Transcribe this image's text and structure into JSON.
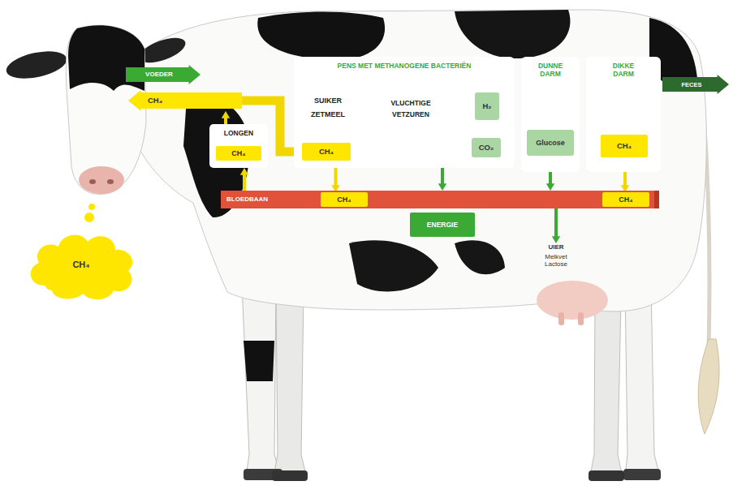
{
  "diagram": {
    "nodes": [
      {
        "text": [
          "VOEDER"
        ]
      },
      {
        "text": [
          "CH₄"
        ]
      },
      {
        "text": [
          "PENS MET METHANOGENE BACTERIËN"
        ]
      },
      {
        "text": [
          "SUIKER ZETMEEL"
        ],
        "in": 2
      },
      {
        "text": [
          "VLUCHTIGE VETZUREN"
        ],
        "in": 2
      },
      {
        "text": [
          "H₂"
        ],
        "in": 2
      },
      {
        "text": [
          "CO₂"
        ],
        "in": 2
      },
      {
        "text": [
          "CH₄"
        ],
        "in": 2
      },
      {
        "text": [
          "DUNNE DARM"
        ]
      },
      {
        "text": [
          "Glucose"
        ],
        "in": 8
      },
      {
        "text": [
          "DIKKE DARM"
        ]
      },
      {
        "text": [
          "CH₄"
        ],
        "in": 10
      },
      {
        "text": [
          "FECES"
        ]
      },
      {
        "text": [
          "LONGEN"
        ]
      },
      {
        "text": [
          "CH₄"
        ],
        "in": 13
      },
      {
        "text": [
          "BLOEDBAAN"
        ]
      },
      {
        "text": [
          "CH₄"
        ],
        "in": 15
      },
      {
        "text": [
          "CH₄"
        ],
        "in": 15
      },
      {
        "text": [
          "ENERGIE"
        ]
      },
      {
        "text": [
          "UIER",
          "Melkvet Lactose"
        ]
      },
      {
        "text": [
          "CH₄"
        ]
      }
    ],
    "edges": [
      {
        "from": 3,
        "to": 4,
        "arrow": "to"
      },
      {
        "from": 4,
        "to": 5,
        "arrow": "to"
      },
      {
        "from": 6,
        "to": 7,
        "arrow": "to"
      },
      {
        "from": 7,
        "to": 16,
        "arrow": "to"
      },
      {
        "from": 7,
        "to": 1,
        "arrow": "none"
      },
      {
        "from": 15,
        "to": 13,
        "arrow": "to"
      },
      {
        "from": 13,
        "to": 1,
        "arrow": "to"
      },
      {
        "from": 2,
        "to": 15,
        "arrow": "to"
      },
      {
        "from": 9,
        "to": 15,
        "arrow": "to"
      },
      {
        "from": 11,
        "to": 17,
        "arrow": "to"
      },
      {
        "from": 15,
        "to": 19,
        "arrow": "to"
      }
    ]
  }
}
